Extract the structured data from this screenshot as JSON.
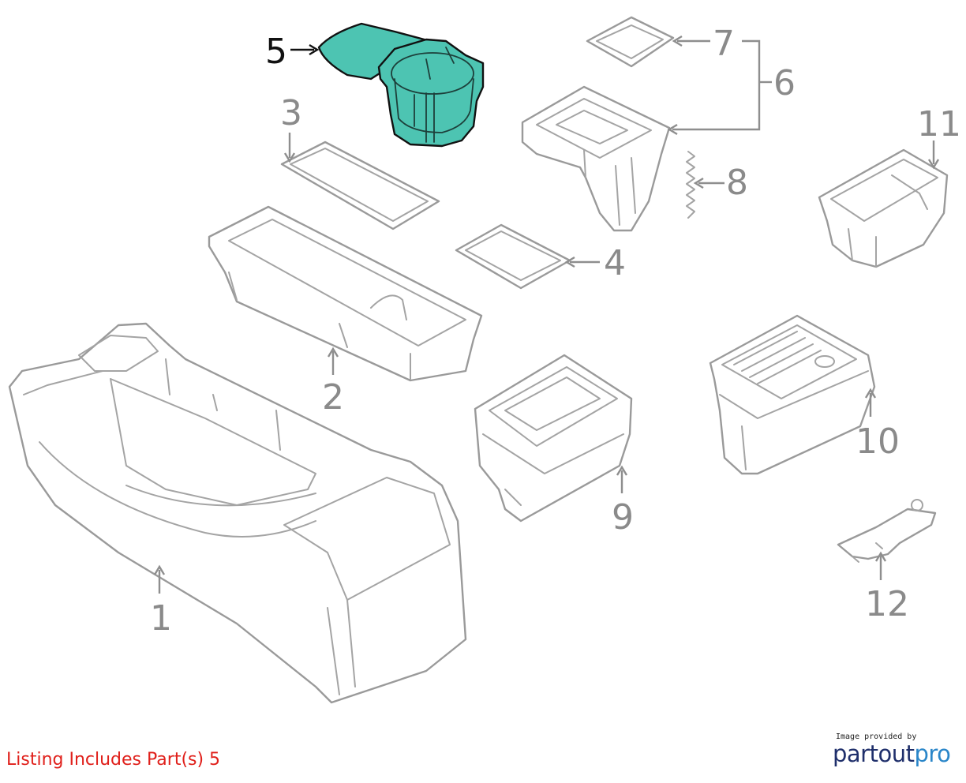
{
  "diagram": {
    "callouts": [
      {
        "id": "1",
        "label": "1"
      },
      {
        "id": "2",
        "label": "2"
      },
      {
        "id": "3",
        "label": "3"
      },
      {
        "id": "4",
        "label": "4"
      },
      {
        "id": "5",
        "label": "5",
        "highlighted": true
      },
      {
        "id": "6",
        "label": "6"
      },
      {
        "id": "7",
        "label": "7"
      },
      {
        "id": "8",
        "label": "8"
      },
      {
        "id": "9",
        "label": "9"
      },
      {
        "id": "10",
        "label": "10"
      },
      {
        "id": "11",
        "label": "11"
      },
      {
        "id": "12",
        "label": "12"
      }
    ],
    "highlight_color": "#4dc4b2",
    "line_color": "#9a9a9a"
  },
  "listing_note": "Listing Includes Part(s) 5",
  "listing_note_color": "#e0201b",
  "logo": {
    "caption": "Image provided by",
    "brand_part1": "partout",
    "brand_part2": "pro"
  }
}
